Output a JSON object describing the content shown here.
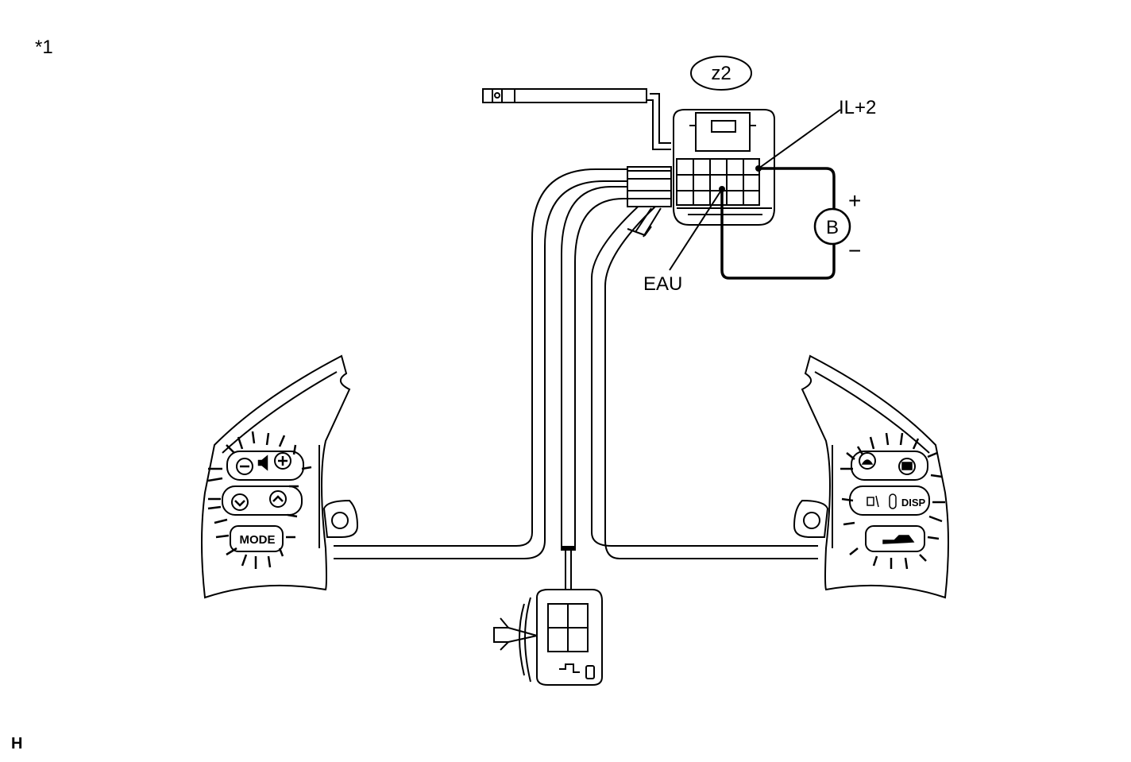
{
  "figure": {
    "ref_mark": "*1",
    "corner_code": "H"
  },
  "connector": {
    "id_label": "z2",
    "pin_plus_label": "IL+2",
    "pin_minus_label": "EAU"
  },
  "meter": {
    "symbol": "B",
    "plus": "+",
    "minus": "−"
  },
  "left_switch": {
    "mode_label": "MODE",
    "minus_symbol": "−",
    "plus_symbol": "+"
  },
  "right_switch": {
    "disp_label": "DISP"
  },
  "colors": {
    "line": "#000000",
    "background": "#ffffff",
    "housing_fill": "#ffffff"
  }
}
